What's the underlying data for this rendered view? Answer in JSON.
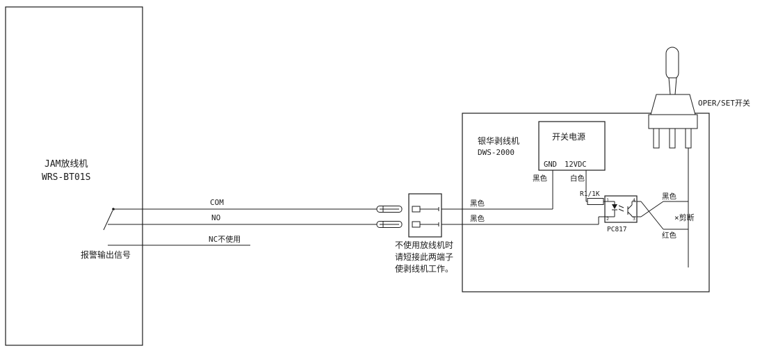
{
  "diagram": {
    "payoff_machine": {
      "title_line1": "JAM放线机",
      "title_line2": "WRS-BT01S",
      "alarm_label": "报警输出信号",
      "contacts": {
        "com": "COM",
        "no": "NO",
        "nc": "NC不使用"
      }
    },
    "jumper_note": {
      "line1": "不使用放线机时",
      "line2": "请短接此两端子",
      "line3": "使剥线机工作。"
    },
    "stripper_machine": {
      "title_line1": "银华剥线机",
      "title_line2": "DWS-2000",
      "power_supply": {
        "title": "开关电源",
        "pin_gnd": "GND",
        "pin_12v": "12VDC"
      },
      "wires": {
        "gnd_color": "黑色",
        "supply_color": "白色",
        "input_top_color": "黑色",
        "input_bottom_color": "黑色",
        "switch_black": "黑色",
        "switch_red": "红色"
      },
      "resistor_label": "R1/1K",
      "optocoupler_label": "PC817",
      "optocoupler_pins": {
        "p1": "1",
        "p2": "2",
        "p3": "3",
        "p4": "4"
      },
      "cut_label": "×剪断"
    },
    "oper_switch": {
      "label": "OPER/SET开关"
    },
    "colors": {
      "line": "#1a1a1a",
      "background": "#ffffff"
    }
  }
}
